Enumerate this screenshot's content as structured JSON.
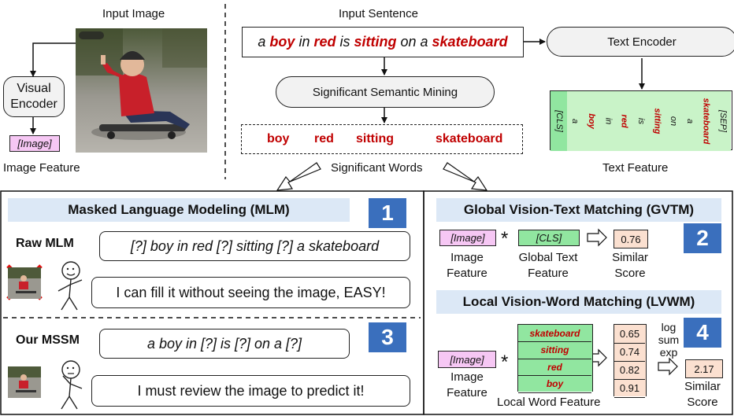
{
  "top": {
    "input_image_label": "Input Image",
    "visual_encoder_label": "Visual Encoder",
    "image_token": "[Image]",
    "image_feature_label": "Image Feature",
    "input_sentence_label": "Input Sentence",
    "sentence": [
      {
        "t": "a ",
        "k": false
      },
      {
        "t": "boy",
        "k": true
      },
      {
        "t": " in ",
        "k": false
      },
      {
        "t": "red",
        "k": true
      },
      {
        "t": " is ",
        "k": false
      },
      {
        "t": "sitting",
        "k": true
      },
      {
        "t": " on a ",
        "k": false
      },
      {
        "t": "skateboard",
        "k": true
      }
    ],
    "text_encoder_label": "Text Encoder",
    "ssm_label": "Significant Semantic Mining",
    "significant_words": [
      "boy",
      "red",
      "sitting",
      "skateboard"
    ],
    "significant_words_label": "Significant Words",
    "text_feature_tokens": [
      {
        "t": "[CLS]",
        "k": false,
        "cls": true
      },
      {
        "t": "a",
        "k": false
      },
      {
        "t": "boy",
        "k": true
      },
      {
        "t": "in",
        "k": false
      },
      {
        "t": "red",
        "k": true
      },
      {
        "t": "is",
        "k": false
      },
      {
        "t": "sitting",
        "k": true
      },
      {
        "t": "on",
        "k": false
      },
      {
        "t": "a",
        "k": false
      },
      {
        "t": "skateboard",
        "k": true
      },
      {
        "t": "[SEP]",
        "k": false
      }
    ],
    "text_feature_label": "Text Feature"
  },
  "mlm": {
    "title": "Masked Language Modeling (MLM)",
    "badge": "1",
    "raw_label": "Raw MLM",
    "raw_sentence": "[?] boy in red [?] sitting [?] a skateboard",
    "raw_thought": "I can fill it without seeing the image, EASY!",
    "ours_label": "Our MSSM",
    "ours_badge": "3",
    "ours_sentence": "a boy in [?] is [?] on a [?]",
    "ours_thought": "I must review the image to predict it!"
  },
  "gvtm": {
    "title": "Global Vision-Text Matching (GVTM)",
    "badge": "2",
    "image_token": "[Image]",
    "image_label_1": "Image",
    "image_label_2": "Feature",
    "cls_token": "[CLS]",
    "global_label_1": "Global Text",
    "global_label_2": "Feature",
    "score": "0.76",
    "score_label_1": "Similar",
    "score_label_2": "Score",
    "op": "*"
  },
  "lvwm": {
    "title": "Local Vision-Word Matching (LVWM)",
    "badge": "4",
    "image_token": "[Image]",
    "image_label_1": "Image",
    "image_label_2": "Feature",
    "words": [
      "skateboard",
      "sitting",
      "red",
      "boy"
    ],
    "local_label": "Local Word Feature",
    "scores": [
      "0.65",
      "0.74",
      "0.82",
      "0.91"
    ],
    "lse_1": "log",
    "lse_2": "sum",
    "lse_3": "exp",
    "final_score": "2.17",
    "score_label_1": "Similar",
    "score_label_2": "Score",
    "op": "*"
  },
  "colors": {
    "keyword": "#c00000",
    "image_token": "#f6c7f4",
    "text_token": "#91e6a0",
    "score": "#fbe0d0",
    "section_title": "#dce8f6",
    "badge": "#3a6fbd"
  }
}
